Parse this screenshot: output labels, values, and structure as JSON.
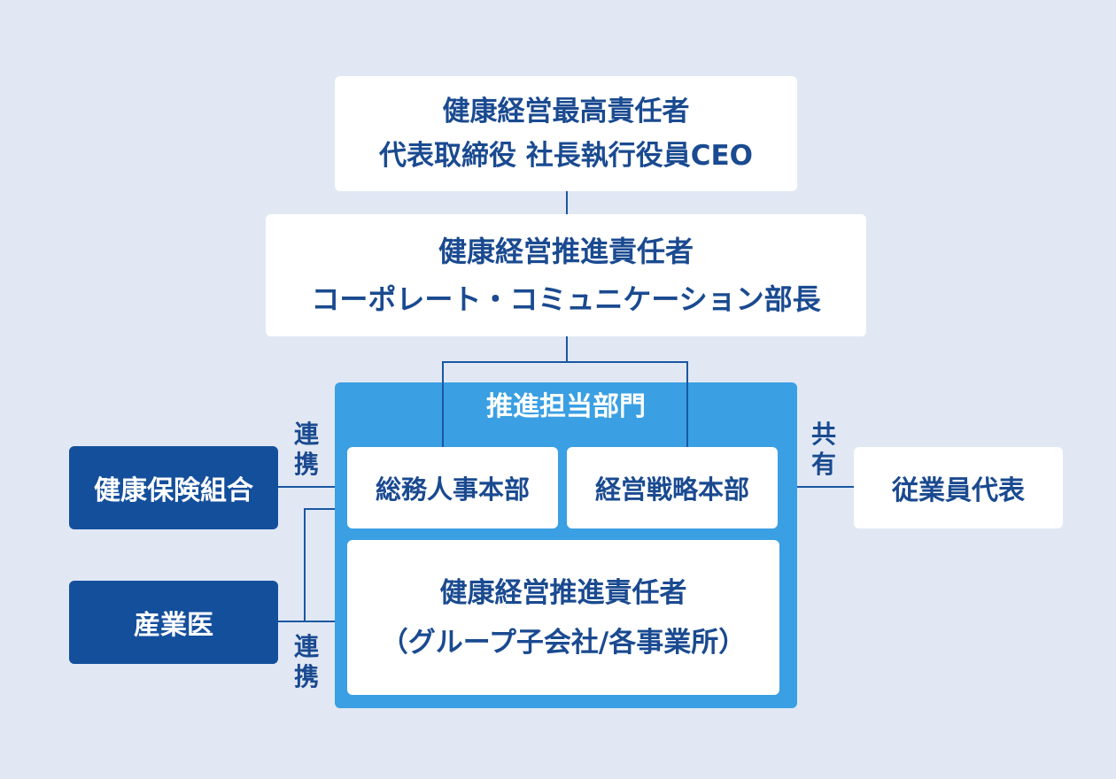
{
  "ceo_box": {
    "line1": "健康経営最高責任者",
    "line2": "代表取締役 社長執行役員CEO"
  },
  "promotion_box": {
    "line1": "健康経営推進責任者",
    "line2": "コーポレート・コミュニケーション部長"
  },
  "department_panel": {
    "title": "推進担当部門",
    "departments": [
      "総務人事本部",
      "経営戦略本部"
    ],
    "sub_box": {
      "line1": "健康経営推進責任者",
      "line2": "（グループ子会社/各事業所）"
    }
  },
  "left_boxes": [
    "健康保険組合",
    "産業医"
  ],
  "right_box": "従業員代表",
  "connector_labels": {
    "left_top": [
      "連",
      "携"
    ],
    "left_bottom": [
      "連",
      "携"
    ],
    "right": [
      "共",
      "有"
    ]
  },
  "colors": {
    "background": "#e1e8f4",
    "panel": "#3a9fe3",
    "navy": "#144f9c",
    "text": "#1a4a90",
    "line": "#1b57a2"
  }
}
